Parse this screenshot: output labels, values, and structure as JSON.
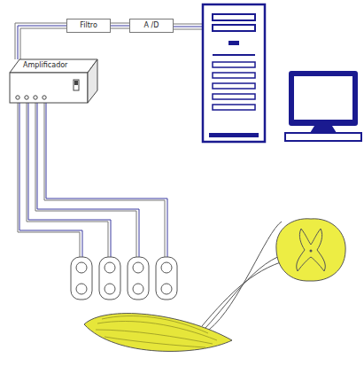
{
  "diagram": {
    "nodes": [
      {
        "text": [
          "Filtro"
        ]
      },
      {
        "text": [
          "A /D"
        ]
      },
      {
        "text": [
          "Amplificador"
        ]
      }
    ],
    "edges": [
      {
        "from": 2,
        "to": 0,
        "arrow": "none"
      },
      {
        "from": 0,
        "to": 1,
        "arrow": "none"
      }
    ]
  }
}
